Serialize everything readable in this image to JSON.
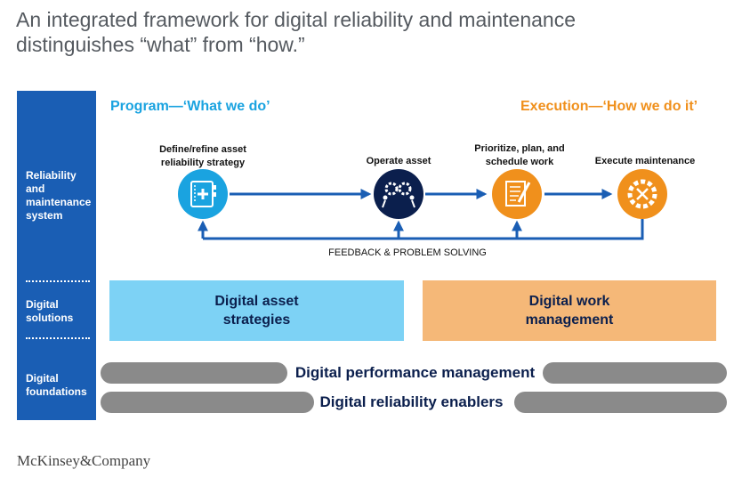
{
  "title": {
    "line1": "An integrated framework for digital reliability and maintenance",
    "line2": "distinguishes “what” from “how.”"
  },
  "sidebar": {
    "reliability": "Reliability and maintenance system",
    "solutions": "Digital solutions",
    "foundations": "Digital foundations"
  },
  "headers": {
    "program": "Program—‘What we do’",
    "execution": "Execution—‘How we do it’"
  },
  "steps": [
    {
      "label": "Define/refine asset reliability strategy",
      "icon": "strategy-notebook-icon",
      "color": "#1aa3e0"
    },
    {
      "label": "Operate asset",
      "icon": "gears-workers-icon",
      "color": "#0b1f4d"
    },
    {
      "label": "Prioritize, plan, and schedule work",
      "icon": "checklist-pencil-icon",
      "color": "#f0901c"
    },
    {
      "label": "Execute maintenance",
      "icon": "gear-tools-icon",
      "color": "#f0901c"
    }
  ],
  "feedback": "FEEDBACK & PROBLEM SOLVING",
  "solutions": {
    "strategies": "Digital asset strategies",
    "work_management": "Digital work management"
  },
  "foundations": {
    "performance": "Digital performance management",
    "enablers": "Digital reliability enablers"
  },
  "logo": "McKinsey&Company",
  "colors": {
    "sidebar": "#1a5eb4",
    "program": "#1aa3e0",
    "execution": "#f0901c",
    "strategies_box": "#7dd2f5",
    "work_box": "#f5b878",
    "navy": "#0b1f4d",
    "arrow": "#1a5eb4",
    "pill": "#8a8a8a"
  }
}
